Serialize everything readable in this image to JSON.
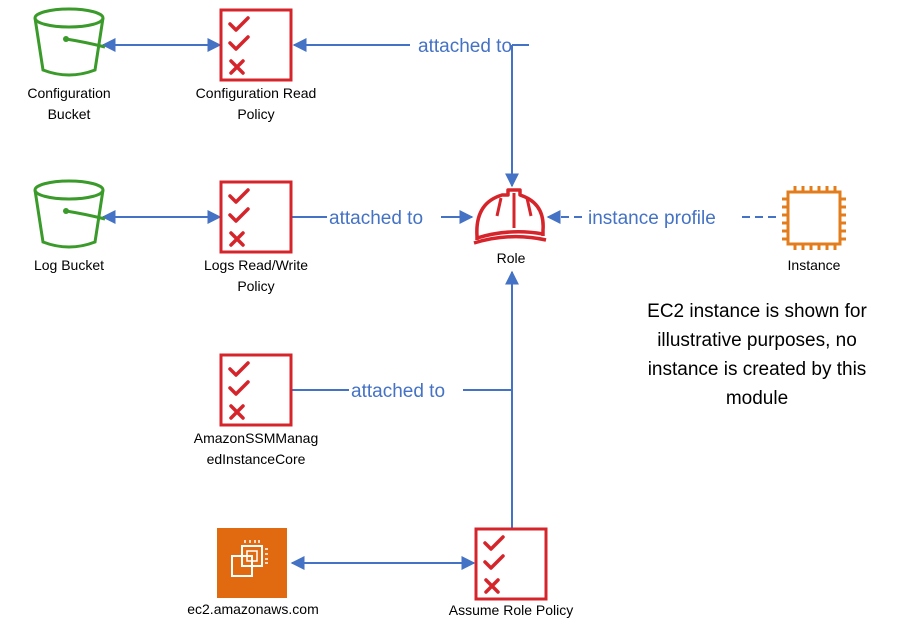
{
  "colors": {
    "bucket": "#3A9A2A",
    "policy": "#D6242B",
    "role": "#D6242B",
    "instance": "#E37C1C",
    "service_bg": "#E16A10",
    "arrow": "#4472C4"
  },
  "nodes": {
    "config_bucket": {
      "line1": "Configuration",
      "line2": "Bucket",
      "icon": "s3-bucket-icon"
    },
    "log_bucket": {
      "line1": "Log Bucket",
      "icon": "s3-bucket-icon"
    },
    "config_read_policy": {
      "line1": "Configuration Read",
      "line2": "Policy",
      "icon": "iam-policy-icon"
    },
    "logs_rw_policy": {
      "line1": "Logs Read/Write",
      "line2": "Policy",
      "icon": "iam-policy-icon"
    },
    "ssm_policy": {
      "line1": "AmazonSSMManag",
      "line2": "edInstanceCore",
      "icon": "iam-policy-icon"
    },
    "assume_role_policy": {
      "line1": "Assume Role Policy",
      "icon": "iam-policy-icon"
    },
    "ec2_service": {
      "line1": "ec2.amazonaws.com",
      "icon": "ec2-service-icon"
    },
    "role": {
      "line1": "Role",
      "icon": "iam-role-hardhat-icon"
    },
    "instance": {
      "line1": "Instance",
      "icon": "ec2-instance-chip-icon"
    }
  },
  "edges": {
    "attached_to_1": "attached to",
    "attached_to_2": "attached to",
    "attached_to_3": "attached to",
    "instance_profile": "instance profile"
  },
  "note": {
    "line1": "EC2 instance is shown for",
    "line2": "illustrative purposes, no",
    "line3": "instance is created by this",
    "line4": "module"
  }
}
